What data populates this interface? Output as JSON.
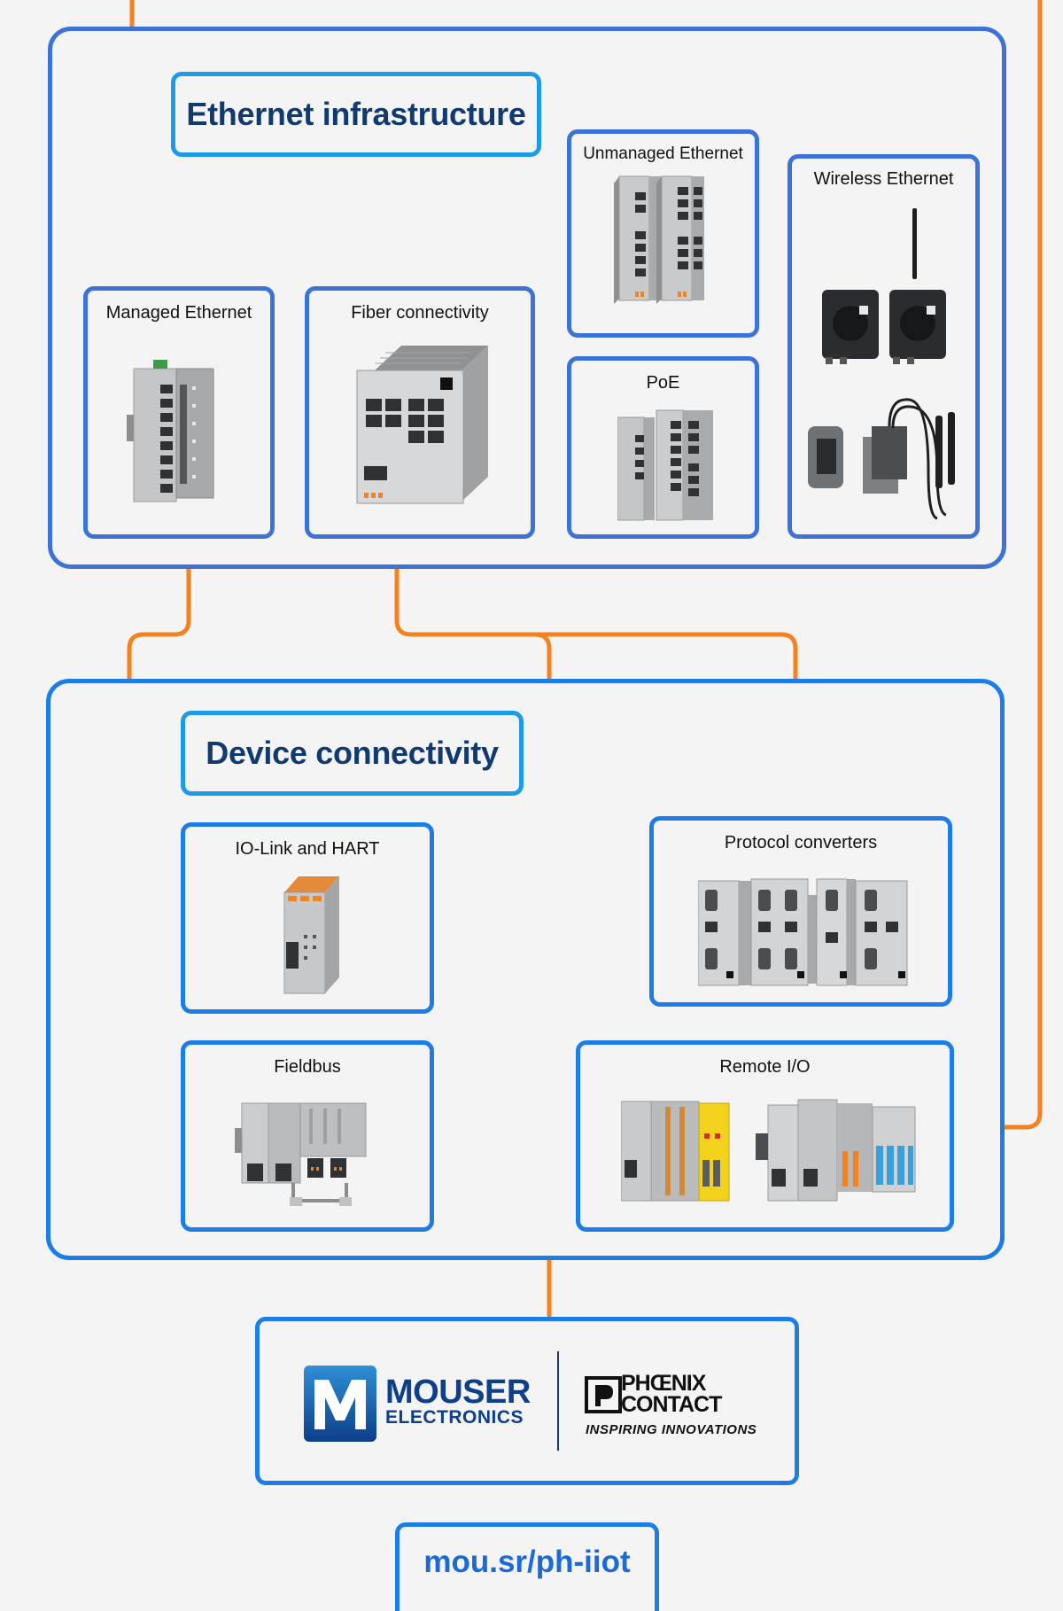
{
  "sections": {
    "ethernet_title": "Ethernet infrastructure",
    "device_title": "Device connectivity"
  },
  "cards": {
    "managed_ethernet": "Managed Ethernet",
    "fiber_connectivity": "Fiber connectivity",
    "unmanaged_ethernet": "Unmanaged Ethernet",
    "poe": "PoE",
    "wireless_ethernet": "Wireless Ethernet",
    "io_link_hart": "IO-Link and HART",
    "protocol_converters": "Protocol converters",
    "fieldbus": "Fieldbus",
    "remote_io": "Remote I/O"
  },
  "logos": {
    "mouser_line1": "MOUSER",
    "mouser_line2": "ELECTRONICS",
    "phoenix_line1": "PHŒNIX",
    "phoenix_line2": "CONTACT",
    "phoenix_tagline": "INSPIRING INNOVATIONS"
  },
  "url": "mou.sr/ph-iiot",
  "colors": {
    "orange_connector": "#f5821f",
    "green_connector": "#6cc62a",
    "section_border": "#3d73d6",
    "title_border": "#1d9be6",
    "title_text": "#103a70",
    "url_text": "#1c6ad6"
  }
}
